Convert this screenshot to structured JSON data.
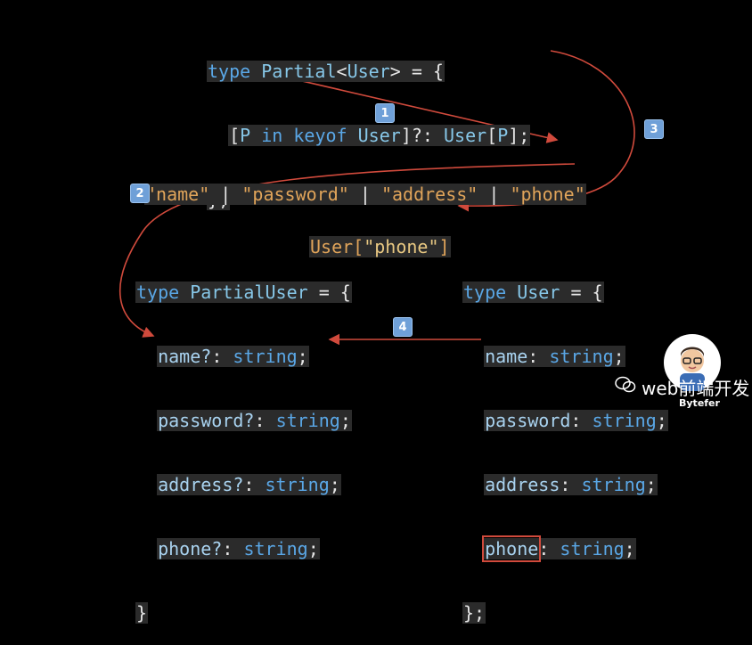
{
  "top_code": {
    "line1": [
      "type",
      "Partial",
      "<",
      "User",
      "> = {"
    ],
    "line2": [
      "[",
      "P",
      "in",
      "keyof",
      "User",
      "]?: ",
      "User",
      "[",
      "P",
      "];"
    ],
    "line3": "};"
  },
  "union_text": {
    "parts": [
      "\"name\"",
      "|",
      "\"password\"",
      "|",
      "\"address\"",
      "|",
      "\"phone\""
    ]
  },
  "index_access": {
    "prefix": "User[",
    "key": "\"phone\"",
    "suffix": "]"
  },
  "partial_user": {
    "header": [
      "type",
      "PartialUser",
      "= {"
    ],
    "fields": [
      {
        "name": "name?",
        "type": "string"
      },
      {
        "name": "password?",
        "type": "string"
      },
      {
        "name": "address?",
        "type": "string"
      },
      {
        "name": "phone?",
        "type": "string"
      }
    ],
    "close": "}"
  },
  "user": {
    "header": [
      "type",
      "User",
      "= {"
    ],
    "fields": [
      {
        "name": "name",
        "type": "string"
      },
      {
        "name": "password",
        "type": "string"
      },
      {
        "name": "address",
        "type": "string"
      },
      {
        "name": "phone",
        "type": "string"
      }
    ],
    "close": "};"
  },
  "badges": [
    "1",
    "2",
    "3",
    "4"
  ],
  "brand": {
    "label": "web前端开发",
    "sub": "Bytefer"
  },
  "colors": {
    "arrow": "#d04a3c",
    "badge": "#6fa0d8",
    "keyword": "#5aa7e6",
    "string": "#e8c882"
  }
}
